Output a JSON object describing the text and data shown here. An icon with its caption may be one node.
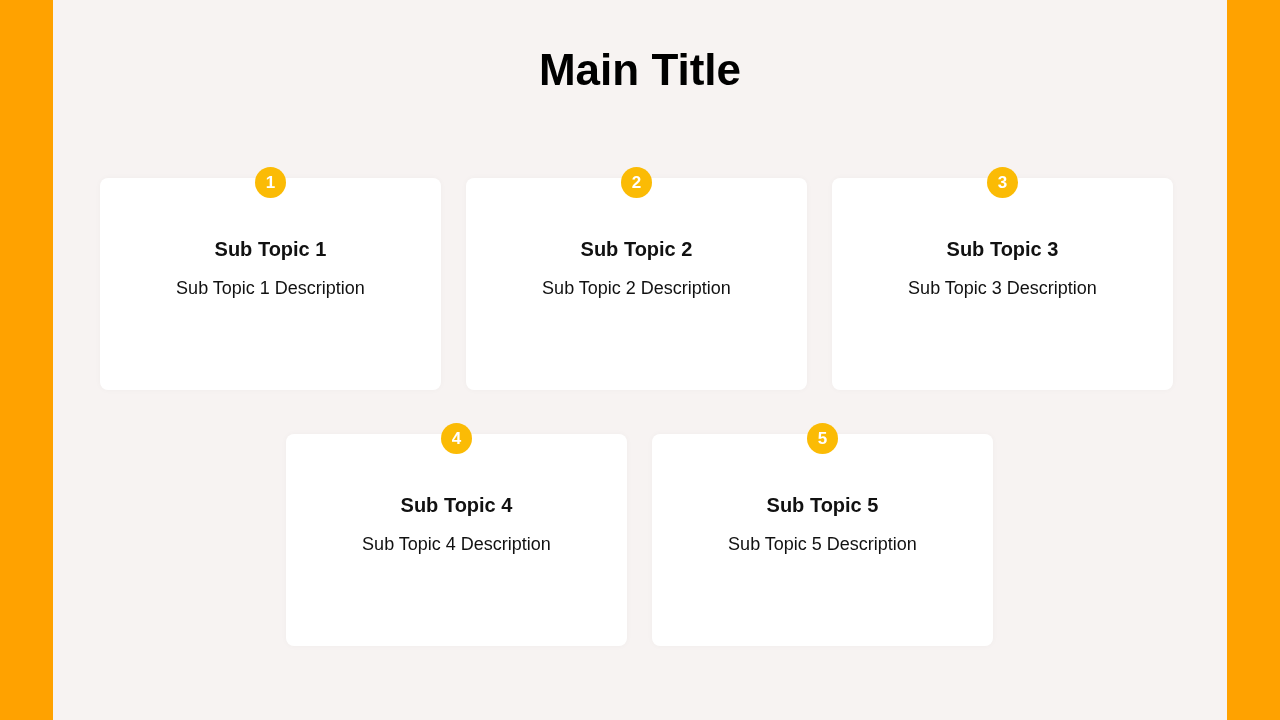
{
  "diagram": {
    "title": "Main Title",
    "nodes": [
      {
        "text": [
          "1"
        ]
      },
      {
        "text": [
          "Sub Topic 1",
          "Sub Topic 1 Description"
        ]
      },
      {
        "text": [
          "2"
        ]
      },
      {
        "text": [
          "Sub Topic 2",
          "Sub Topic 2 Description"
        ]
      },
      {
        "text": [
          "3"
        ]
      },
      {
        "text": [
          "Sub Topic 3",
          "Sub Topic 3 Description"
        ]
      },
      {
        "text": [
          "4"
        ]
      },
      {
        "text": [
          "Sub Topic 4",
          "Sub Topic 4 Description"
        ]
      },
      {
        "text": [
          "5"
        ]
      },
      {
        "text": [
          "Sub Topic 5",
          "Sub Topic 5 Description"
        ]
      }
    ]
  }
}
